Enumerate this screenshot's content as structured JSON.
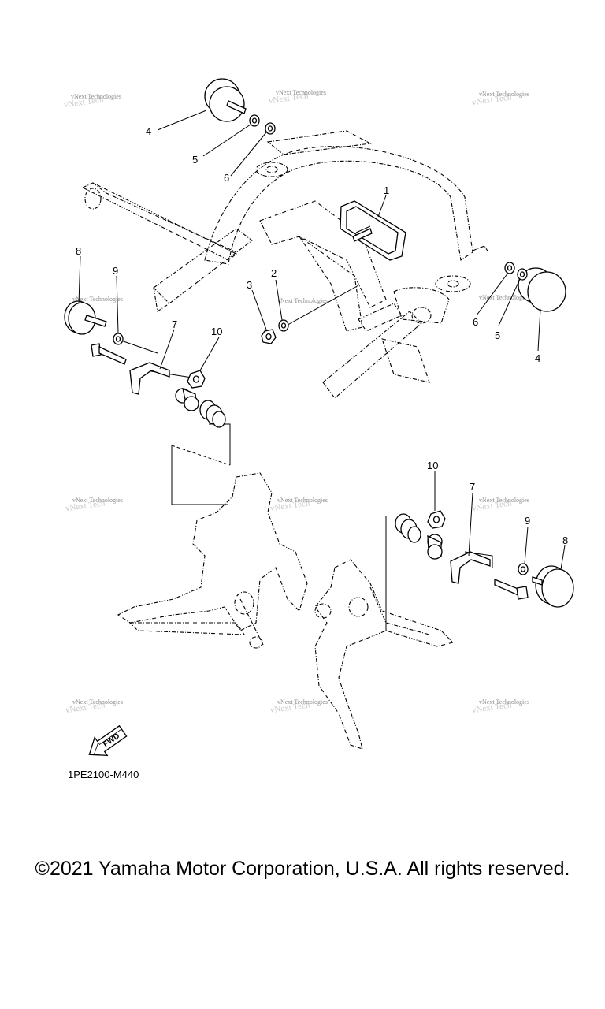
{
  "diagram": {
    "callouts": {
      "c1": "1",
      "c2": "2",
      "c3": "3",
      "c4a": "4",
      "c4b": "4",
      "c5a": "5",
      "c5b": "5",
      "c6a": "6",
      "c6b": "6",
      "c7a": "7",
      "c7b": "7",
      "c8a": "8",
      "c8b": "8",
      "c9a": "9",
      "c9b": "9",
      "c10a": "10",
      "c10b": "10"
    },
    "fwd_arrow": "FWD",
    "code": "1PE2100-M440",
    "watermark": "vNext Technologies"
  },
  "footer": {
    "copyright": "©2021 Yamaha Motor Corporation, U.S.A. All rights reserved."
  }
}
